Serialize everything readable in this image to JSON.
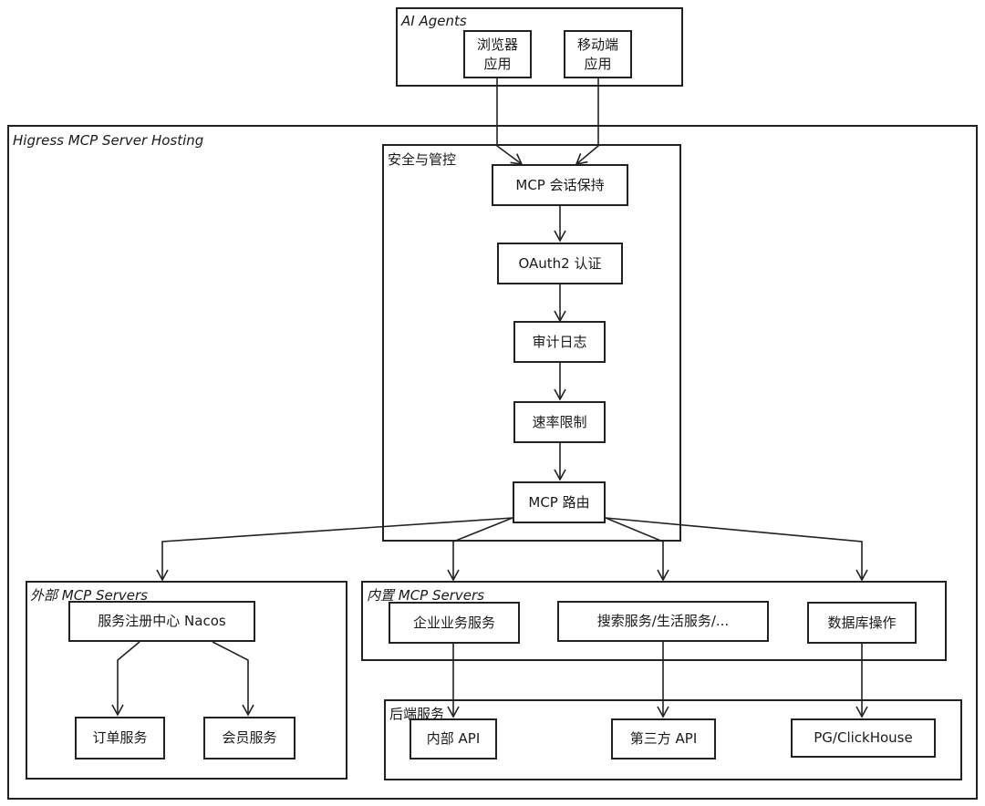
{
  "groups": {
    "ai_agents": "AI Agents",
    "hosting": "Higress MCP Server Hosting",
    "security": "安全与管控",
    "external": "外部 MCP Servers",
    "builtin": "内置 MCP Servers",
    "backend": "后端服务"
  },
  "nodes": {
    "browser": "浏览器\n应用",
    "mobile": "移动端\n应用",
    "session": "MCP 会话保持",
    "oauth": "OAuth2 认证",
    "audit": "审计日志",
    "ratelimit": "速率限制",
    "router": "MCP 路由",
    "nacos": "服务注册中心 Nacos",
    "order": "订单服务",
    "member": "会员服务",
    "enterprise": "企业业务服务",
    "search": "搜索服务/生活服务/...",
    "database": "数据库操作",
    "internal_api": "内部 API",
    "third_api": "第三方 API",
    "pg": "PG/ClickHouse"
  }
}
